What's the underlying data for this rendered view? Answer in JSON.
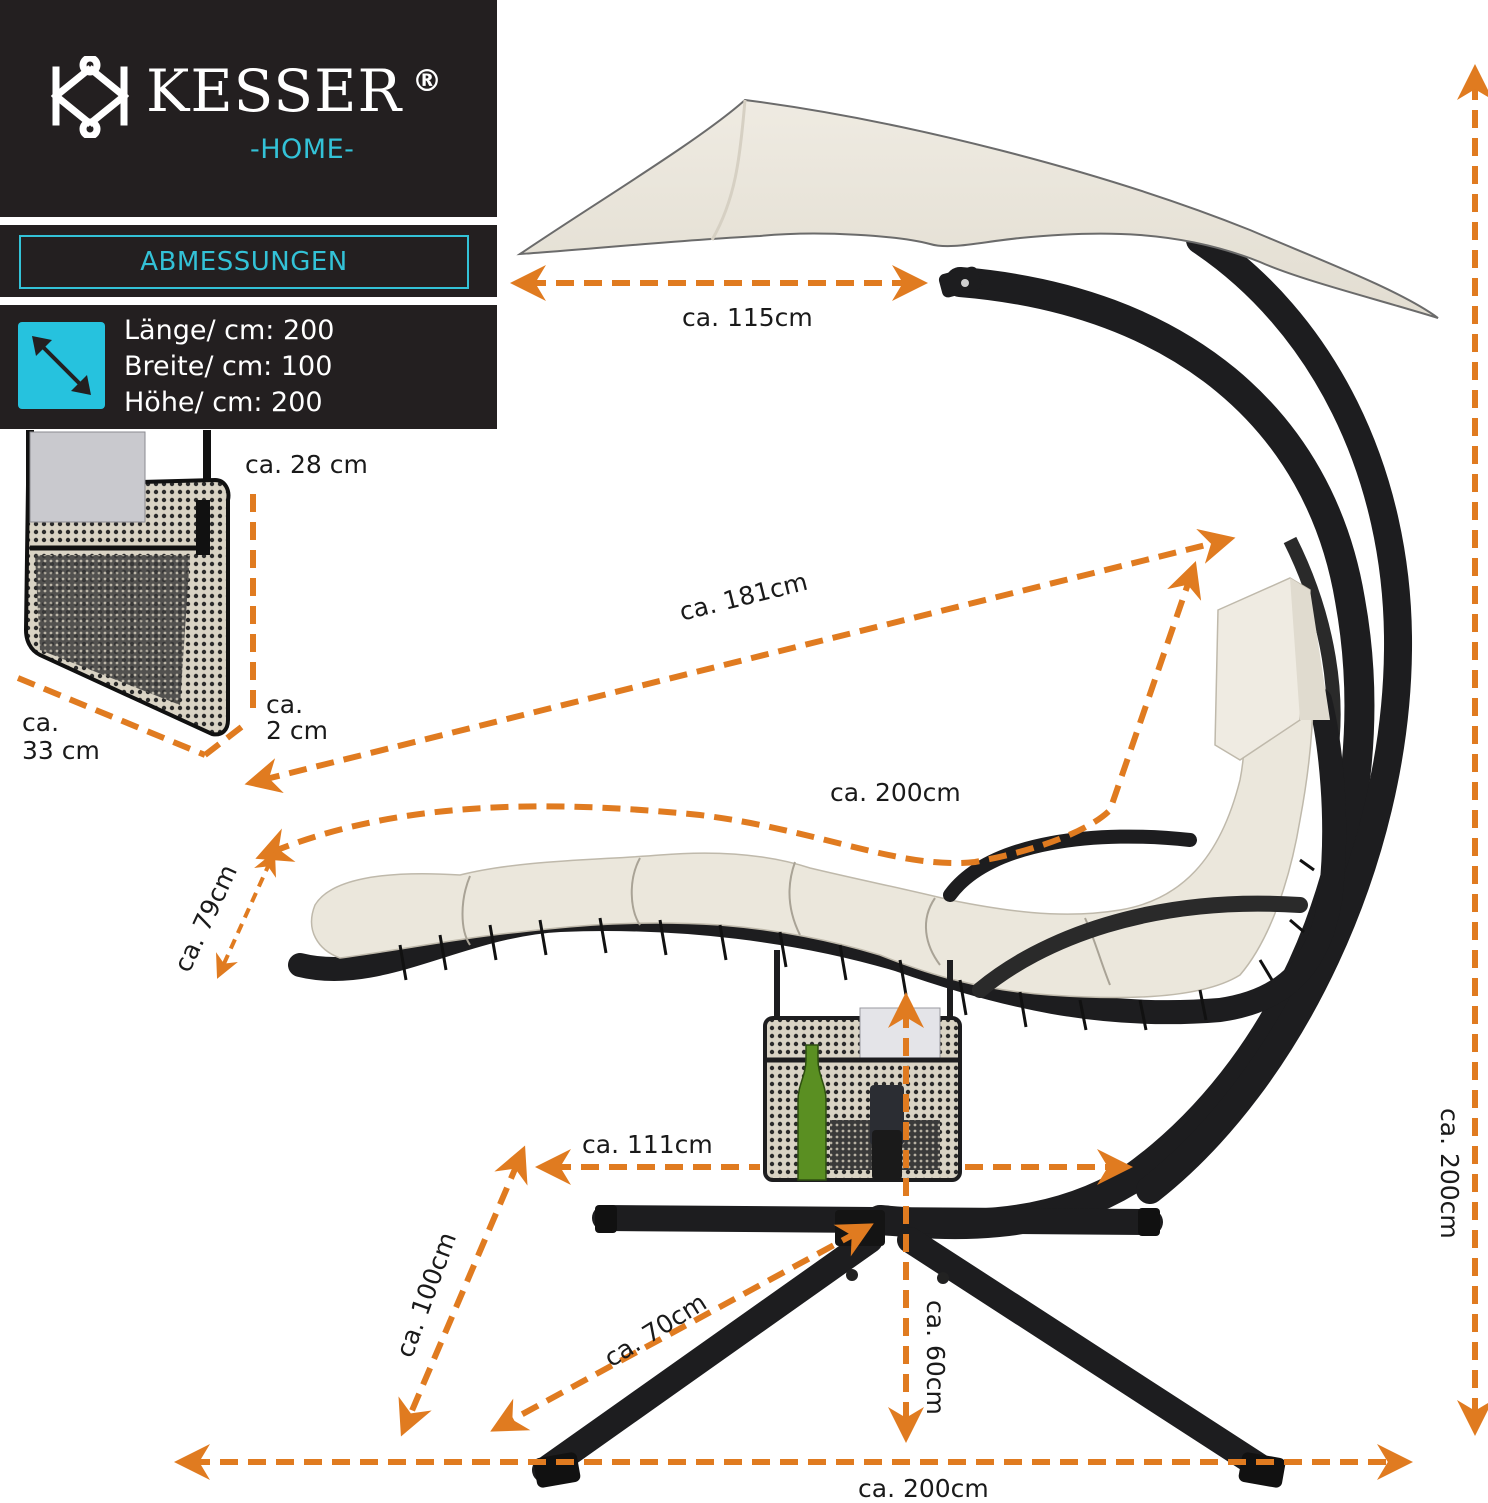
{
  "brand": {
    "name": "KESSER",
    "registered_mark": "®",
    "subline": "-HOME-",
    "accent_color": "#33c2d7",
    "panel_color": "#231f20"
  },
  "spec_panel": {
    "title": "ABMESSUNGEN",
    "icon": "diagonal-resize-arrow-icon",
    "lines": [
      "Länge/ cm: 200",
      "Breite/ cm: 100",
      "Höhe/ cm: 200"
    ]
  },
  "pocket_dimensions": {
    "height_label": "ca. 28 cm",
    "width_label_line1": "ca.",
    "width_label_line2": "33 cm",
    "depth_label_line1": "ca.",
    "depth_label_line2": "2 cm"
  },
  "product_dimensions": {
    "canopy_width": "ca. 115cm",
    "diagonal_seat": "ca. 181cm",
    "seat_length": "ca. 200cm",
    "seat_width": "ca. 79cm",
    "reach_width": "ca. 111cm",
    "base_depth": "ca. 100cm",
    "leg_length": "ca. 70cm",
    "seat_height": "ca. 60cm",
    "total_height": "ca. 200cm",
    "total_width": "ca. 200cm"
  },
  "colors": {
    "dimension_line": "#e07b20",
    "cushion": "#ebe7dc",
    "frame": "#1d1d1f"
  }
}
